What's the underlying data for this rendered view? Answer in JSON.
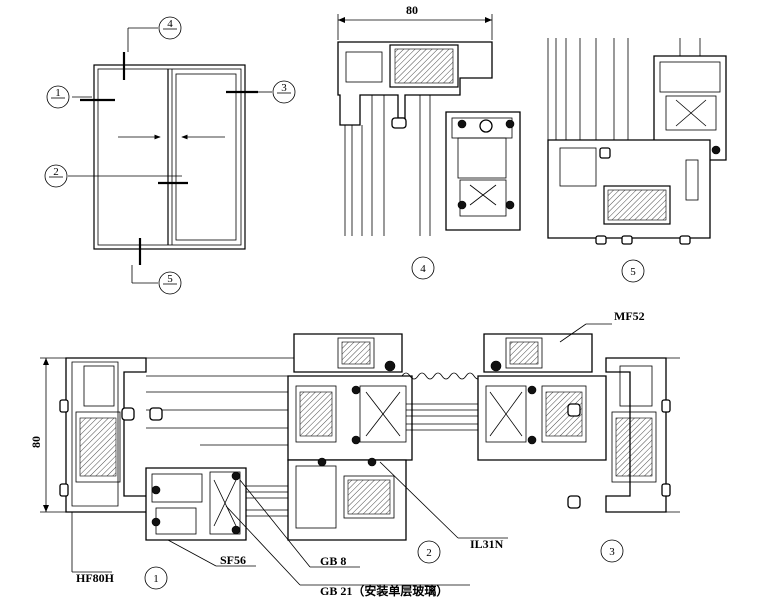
{
  "elevation": {
    "markers": [
      {
        "id": "m1",
        "label": "1"
      },
      {
        "id": "m2",
        "label": "2"
      },
      {
        "id": "m3",
        "label": "3"
      },
      {
        "id": "m4",
        "label": "4"
      },
      {
        "id": "m5",
        "label": "5"
      }
    ]
  },
  "detail4": {
    "dimension": "80",
    "caption": "4"
  },
  "detail5": {
    "caption": "5"
  },
  "main_section": {
    "dimension": "80",
    "labels": {
      "mf52": "MF52",
      "il31n": "IL31N",
      "hf80h": "HF80H",
      "sf56": "SF56",
      "gb8": "GB 8",
      "gb21": "GB 21（安装单层玻璃）"
    },
    "captions": [
      "1",
      "2",
      "3"
    ]
  }
}
